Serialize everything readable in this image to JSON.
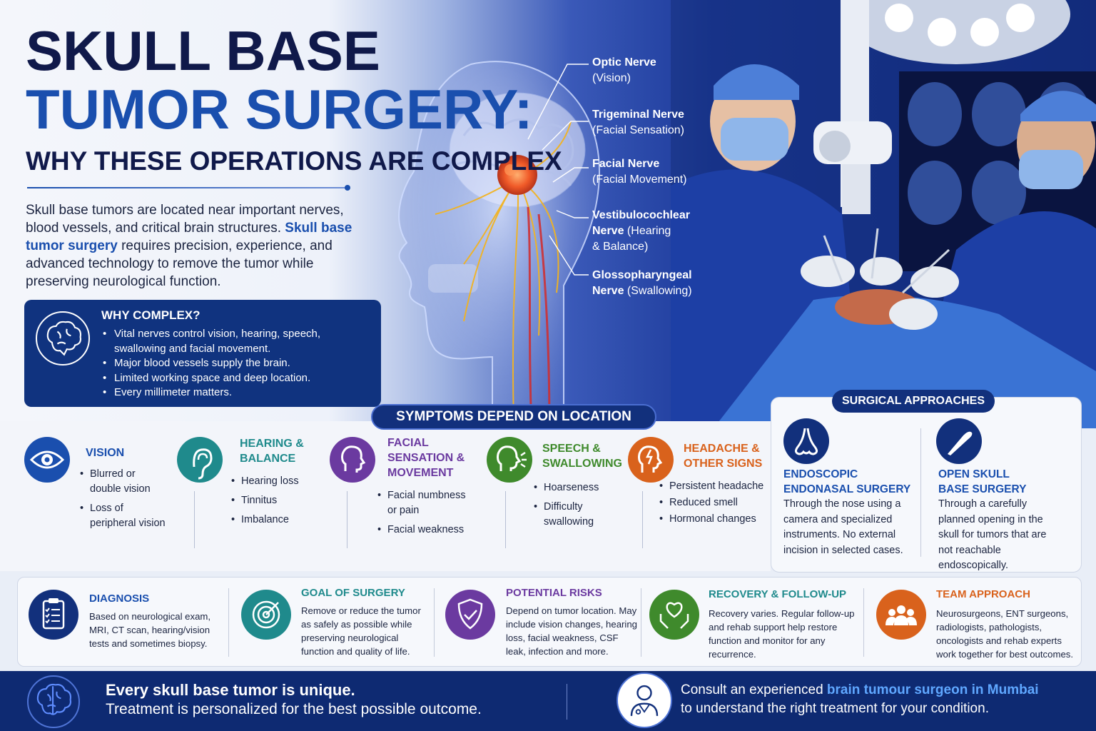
{
  "title": {
    "line1": "SKULL BASE",
    "line2": "TUMOR SURGERY:",
    "line3": "WHY THESE OPERATIONS ARE COMPLEX"
  },
  "intro": {
    "part1": "Skull base tumors are located near important nerves, blood vessels, and critical brain structures.",
    "highlight": "Skull base tumor surgery",
    "part2": " requires precision, experience, and advanced technology to remove the tumor while preserving neurological function."
  },
  "why_complex": {
    "title": "WHY COMPLEX?",
    "items": [
      "Vital nerves control vision, hearing, speech, swallowing and facial movement.",
      "Major blood vessels supply the brain.",
      "Limited working space and deep location.",
      "Every millimeter matters."
    ]
  },
  "nerves": [
    {
      "name": "Optic Nerve",
      "function": "(Vision)"
    },
    {
      "name": "Trigeminal Nerve",
      "function": "(Facial Sensation)"
    },
    {
      "name": "Facial Nerve",
      "function": "(Facial Movement)"
    },
    {
      "name": "Vestibulocochlear",
      "name2": "Nerve",
      "function": " (Hearing",
      "function2": "& Balance)"
    },
    {
      "name": "Glossopharyngeal",
      "name2": "Nerve",
      "function": " (Swallowing)"
    }
  ],
  "symptoms": {
    "heading": "SYMPTOMS DEPEND ON LOCATION",
    "groups": [
      {
        "title": [
          "VISION"
        ],
        "items": [
          "Blurred or double vision",
          "Loss of peripheral vision"
        ]
      },
      {
        "title": [
          "HEARING &",
          "BALANCE"
        ],
        "items": [
          "Hearing loss",
          "Tinnitus",
          "Imbalance"
        ]
      },
      {
        "title": [
          "FACIAL",
          "SENSATION &",
          "MOVEMENT"
        ],
        "items": [
          "Facial numbness or pain",
          "Facial weakness"
        ]
      },
      {
        "title": [
          "SPEECH &",
          "SWALLOWING"
        ],
        "items": [
          "Hoarseness",
          "Difficulty swallowing"
        ]
      },
      {
        "title": [
          "HEADACHE &",
          "OTHER SIGNS"
        ],
        "items": [
          "Persistent headache",
          "Reduced smell",
          "Hormonal changes"
        ]
      }
    ]
  },
  "approaches": {
    "heading": "SURGICAL APPROACHES",
    "items": [
      {
        "title": [
          "ENDOSCOPIC",
          "ENDONASAL SURGERY"
        ],
        "text": "Through the nose using a camera and specialized instruments. No external incision in selected cases."
      },
      {
        "title": [
          "OPEN SKULL",
          "BASE SURGERY"
        ],
        "text": "Through a carefully planned opening in the skull for tumors that are not reachable endoscopically."
      }
    ]
  },
  "info": [
    {
      "title": "DIAGNOSIS",
      "text": "Based on neurological exam, MRI, CT scan, hearing/vision tests and sometimes biopsy."
    },
    {
      "title": "GOAL OF SURGERY",
      "text": "Remove or reduce the tumor as safely as possible while preserving neurological function and quality of life."
    },
    {
      "title": "POTENTIAL RISKS",
      "text": "Depend on tumor location. May include vision changes, hearing loss, facial weakness, CSF leak, infection and more."
    },
    {
      "title": "RECOVERY & FOLLOW-UP",
      "text": "Recovery varies. Regular follow-up and rehab support help restore function and monitor for any recurrence."
    },
    {
      "title": "TEAM APPROACH",
      "text": "Neurosurgeons, ENT surgeons, radiologists, pathologists, oncologists and rehab experts work together for best outcomes."
    }
  ],
  "footer": {
    "left_line1": "Every skull base tumor is unique.",
    "left_line2": "Treatment is personalized for the best possible outcome.",
    "right_part1": "Consult an experienced ",
    "right_highlight": "brain tumour surgeon in Mumbai",
    "right_line2": "to understand the right treatment for your condition."
  },
  "colors": {
    "navy": "#10194a",
    "brand_blue": "#1a4fae",
    "teal": "#1f8a8c",
    "purple": "#6b3aa0",
    "green": "#3f8a2c",
    "orange": "#d9621c"
  }
}
